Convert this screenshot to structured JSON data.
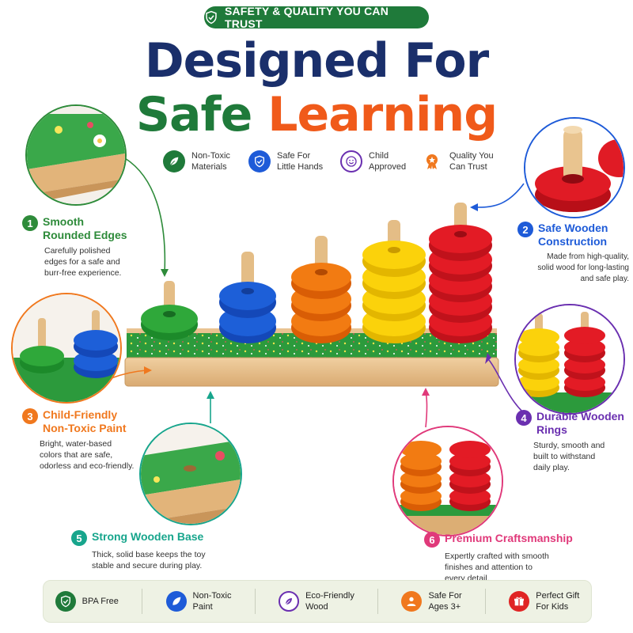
{
  "badge": {
    "label": "SAFETY & QUALITY YOU CAN TRUST",
    "color": "#1f7a3a"
  },
  "title": {
    "line1": "Designed For",
    "line2_green": "Safe",
    "line2_orange": "Learning"
  },
  "mini_features": [
    {
      "icon": "leaf-icon",
      "line1": "Non-Toxic",
      "line2": "Materials",
      "color": "#1f7a3a"
    },
    {
      "icon": "shield-check-icon",
      "line1": "Safe For",
      "line2": "Little Hands",
      "color": "#1e5bd8"
    },
    {
      "icon": "smiley-icon",
      "line1": "Child",
      "line2": "Approved",
      "color": "#6a2fb0"
    },
    {
      "icon": "medal-icon",
      "line1": "Quality You",
      "line2": "Can Trust",
      "color": "#f0781e"
    }
  ],
  "features": [
    {
      "num": "1",
      "title1": "Smooth",
      "title2": "Rounded Edges",
      "desc": [
        "Carefully polished",
        "edges for a safe and",
        "burr-free experience."
      ],
      "color": "#2e8b3a"
    },
    {
      "num": "2",
      "title1": "Safe Wooden",
      "title2": "Construction",
      "desc": [
        "Made from high-quality,",
        "solid wood for long-lasting",
        "and safe play."
      ],
      "color": "#1e5bd8"
    },
    {
      "num": "3",
      "title1": "Child-Friendly",
      "title2": "Non-Toxic Paint",
      "desc": [
        "Bright, water-based",
        "colors that are safe,",
        "odorless and eco-friendly."
      ],
      "color": "#f0781e"
    },
    {
      "num": "4",
      "title1": "Durable Wooden",
      "title2": "Rings",
      "desc": [
        "Sturdy, smooth and",
        "built to withstand",
        "daily play."
      ],
      "color": "#6a2fb0"
    },
    {
      "num": "5",
      "title1": "Strong Wooden Base",
      "title2": "",
      "desc": [
        "Thick, solid base keeps the toy",
        "stable and secure during play."
      ],
      "color": "#17a58c"
    },
    {
      "num": "6",
      "title1": "Premium Craftsmanship",
      "title2": "",
      "desc": [
        "Expertly crafted with smooth",
        "finishes and attention to",
        "every detail."
      ],
      "color": "#e0397a"
    }
  ],
  "bottom_bar": [
    {
      "icon": "shield-check-icon",
      "line1": "BPA Free",
      "line2": "",
      "color": "#1f7a3a"
    },
    {
      "icon": "leaf-icon",
      "line1": "Non-Toxic",
      "line2": "Paint",
      "color": "#1e5bd8"
    },
    {
      "icon": "leaf-icon",
      "line1": "Eco-Friendly",
      "line2": "Wood",
      "color": "#6a2fb0"
    },
    {
      "icon": "person-icon",
      "line1": "Safe For",
      "line2": "Ages 3+",
      "color": "#f0781e"
    },
    {
      "icon": "gift-icon",
      "line1": "Perfect Gift",
      "line2": "For Kids",
      "color": "#e02424"
    }
  ]
}
